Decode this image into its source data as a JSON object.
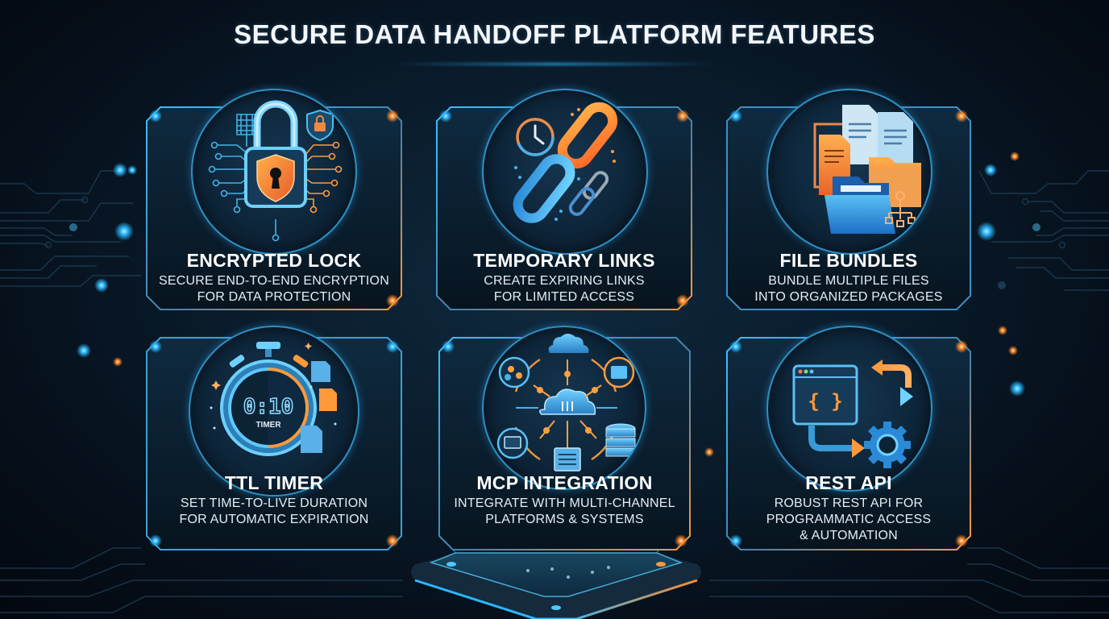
{
  "title": "SECURE DATA HANDOFF PLATFORM FEATURES",
  "colors": {
    "background": "#07121d",
    "accent_blue": "#2bb8ff",
    "accent_orange": "#ff8a2a",
    "card_bg": "#0c1e2e",
    "text": "#ffffff"
  },
  "features": [
    {
      "id": "encrypted-lock",
      "icon": "padlock-shield-icon",
      "heading": "ENCRYPTED LOCK",
      "line1": "SECURE END-TO-END ENCRYPTION",
      "line2": "FOR DATA PROTECTION",
      "line3": ""
    },
    {
      "id": "temporary-links",
      "icon": "broken-chain-link-clock-icon",
      "heading": "TEMPORARY LINKS",
      "line1": "CREATE EXPIRING LINKS",
      "line2": "FOR LIMITED ACCESS",
      "line3": ""
    },
    {
      "id": "file-bundles",
      "icon": "folders-documents-icon",
      "heading": "FILE BUNDLES",
      "line1": "BUNDLE MULTIPLE FILES",
      "line2": "INTO ORGANIZED PACKAGES",
      "line3": ""
    },
    {
      "id": "ttl-timer",
      "icon": "stopwatch-timer-icon",
      "heading": "TTL TIMER",
      "line1": "SET TIME-TO-LIVE DURATION",
      "line2": "FOR AUTOMATIC EXPIRATION",
      "line3": "",
      "timer_display": "0:10",
      "timer_label": "TIMER"
    },
    {
      "id": "mcp-integration",
      "icon": "cloud-network-hub-icon",
      "heading": "MCP INTEGRATION",
      "line1": "INTEGRATE WITH MULTI-CHANNEL",
      "line2": "PLATFORMS & SYSTEMS",
      "line3": ""
    },
    {
      "id": "rest-api",
      "icon": "api-window-gear-arrows-icon",
      "heading": "REST API",
      "line1": "ROBUST REST API FOR",
      "line2": "PROGRAMMATIC ACCESS",
      "line3": "& AUTOMATION",
      "code_glyph": "{ }"
    }
  ]
}
